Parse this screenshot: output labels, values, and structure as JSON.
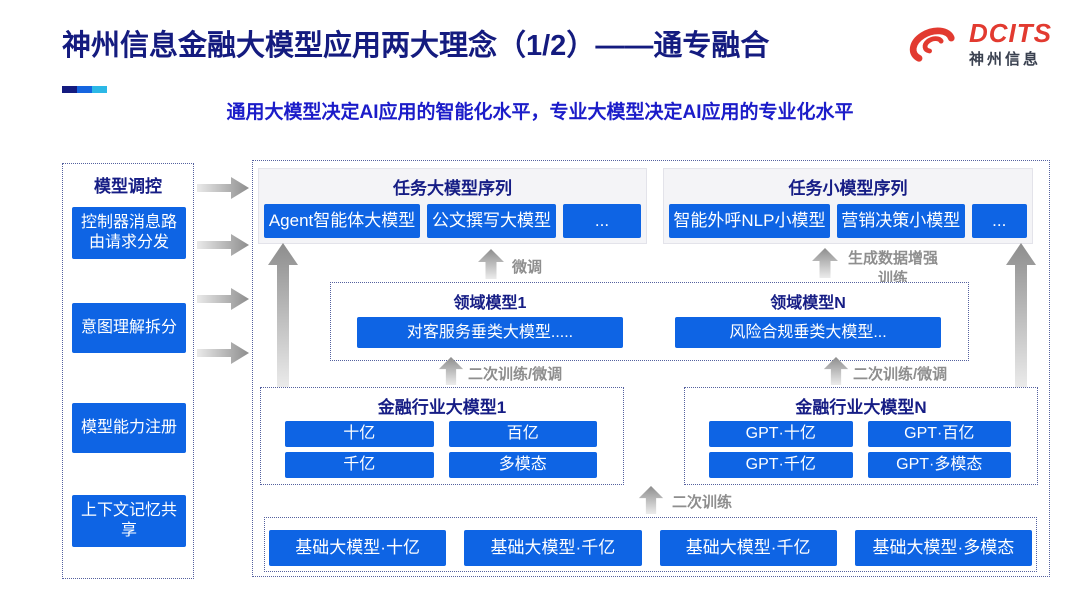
{
  "header": {
    "title": "神州信息金融大模型应用两大理念（1/2）——通专融合",
    "subtitle": "通用大模型决定AI应用的智能化水平，专业大模型决定AI应用的专业化水平",
    "logo": {
      "brand": "DCITS",
      "brand_cn": "神州信息"
    }
  },
  "colors": {
    "title-navy": "#141b7f",
    "subtitle-blue": "#1b1cc9",
    "header-navy": "#161d85",
    "box-blue": "#0e64e4",
    "logo-red": "#e23a30",
    "accent-1": "#141b7f",
    "accent-2": "#1565e0",
    "accent-3": "#2cb8e6",
    "label-gray": "#8e8e8e",
    "dotted-border": "#55619f"
  },
  "sidebar": {
    "title": "模型调控",
    "items": [
      {
        "label": "控制器消息路由请求分发"
      },
      {
        "label": "意图理解拆分"
      },
      {
        "label": "模型能力注册"
      },
      {
        "label": "上下文记忆共享"
      }
    ]
  },
  "main": {
    "task_large": {
      "title": "任务大模型序列",
      "items": [
        "Agent智能体大模型",
        "公文撰写大模型",
        "..."
      ]
    },
    "task_small": {
      "title": "任务小模型序列",
      "items": [
        "智能外呼NLP小模型",
        "营销决策小模型",
        "..."
      ]
    },
    "labels": {
      "fine_tune": "微调",
      "gen_data": "生成数据增强训练",
      "retrain_left": "二次训练/微调",
      "retrain_right": "二次训练/微调",
      "retrain_bottom": "二次训练"
    },
    "domain": {
      "col1": {
        "title": "领域模型1",
        "item": "对客服务垂类大模型....."
      },
      "colN": {
        "title": "领域模型N",
        "item": "风险合规垂类大模型..."
      }
    },
    "industry1": {
      "title": "金融行业大模型1",
      "items": [
        "十亿",
        "百亿",
        "千亿",
        "多模态"
      ]
    },
    "industryN": {
      "title": "金融行业大模型N",
      "items": [
        "GPT·十亿",
        "GPT·百亿",
        "GPT·千亿",
        "GPT·多模态"
      ]
    },
    "base": {
      "items": [
        "基础大模型·十亿",
        "基础大模型·千亿",
        "基础大模型·千亿",
        "基础大模型·多模态"
      ]
    }
  }
}
